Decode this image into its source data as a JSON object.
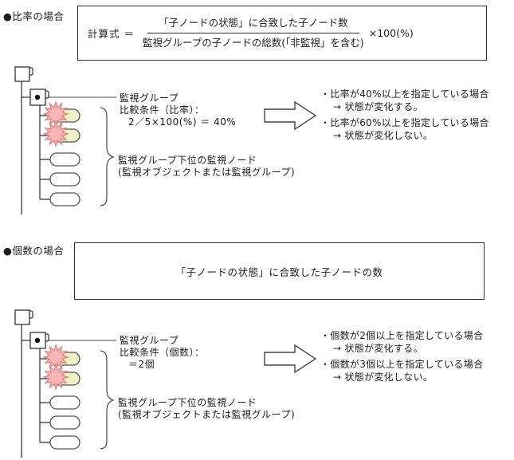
{
  "colors": {
    "starburst_fill": "#f8b6b6",
    "starburst_stroke": "#e0807c",
    "pill_matched_fill": "#f0efc6",
    "pill_fill": "#ffffff",
    "node_stroke": "#3a3a3a",
    "leader_line": "#8a8a8a"
  },
  "sections": [
    {
      "heading": "●比率の場合",
      "formula": {
        "label": "計算式 ＝",
        "numerator": "「子ノードの状態」に合致した子ノード数",
        "denominator": "監視グループの子ノードの総数(「非監視」を含む)",
        "multiplier": "×100(%)"
      },
      "tree": {
        "group_label": "監視グループ",
        "condition_title": "比較条件（比率）：",
        "condition_value": "2／5×100(%) ＝ 40%",
        "children_label_line1": "監視グループ下位の監視ノード",
        "children_label_line2": "(監視オブジェクトまたは監視グループ)"
      },
      "notes": [
        {
          "case": "・比率が40%以上を指定している場合",
          "result": "→ 状態が変化する。"
        },
        {
          "case": "・比率が60%以上を指定している場合",
          "result": "→ 状態が変化しない。"
        }
      ]
    },
    {
      "heading": "●個数の場合",
      "formula": {
        "text": "「子ノードの状態」に合致した子ノードの数"
      },
      "tree": {
        "group_label": "監視グループ",
        "condition_title": "比較条件（個数）：",
        "condition_value": "＝2個",
        "children_label_line1": "監視グループ下位の監視ノード",
        "children_label_line2": "(監視オブジェクトまたは監視グループ)"
      },
      "notes": [
        {
          "case": "・個数が2個以上を指定している場合",
          "result": "→ 状態が変化する。"
        },
        {
          "case": "・個数が3個以上を指定している場合",
          "result": "→ 状態が変化しない。"
        }
      ]
    }
  ]
}
